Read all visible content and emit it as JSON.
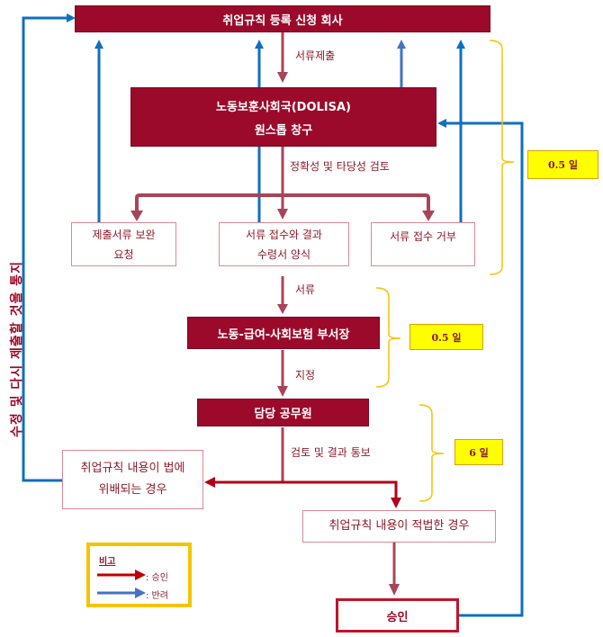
{
  "diagram": {
    "company_box": "취업규칙 등록 신청 회사",
    "dolisa_box": {
      "line1": "노동보훈사회국(DOLISA)",
      "line2": "원스톱 창구"
    },
    "edge_submit": "서류제출",
    "edge_review": "정확성 및 타당성 검토",
    "outcomes": [
      {
        "line1": "제출서류 보완",
        "line2": "요청"
      },
      {
        "line1": "서류 접수와 결과",
        "line2": "수령서 양식"
      },
      {
        "line1": "서류 접수 거부",
        "line2": ""
      }
    ],
    "edge_documents": "서류",
    "dept_head_box": "노동-급여-사회보험 부서장",
    "edge_assign": "지정",
    "officer_box": "담당 공무원",
    "edge_notify": "검토 및 결과 통보",
    "violation_box": {
      "line1": "취업규칙 내용이 법에",
      "line2": "위배되는 경우"
    },
    "compliant_box": "취업규칙 내용이 적법한 경우",
    "approval_box": "승인",
    "side_notice": "수정 및 다시 제출할 것을 통지",
    "durations": [
      "0.5 일",
      "0.5 일",
      "6 일"
    ]
  },
  "legend": {
    "title": "비고",
    "items": [
      {
        "label": ": 승인",
        "color": "#c00000"
      },
      {
        "label": ": 반려",
        "color": "#4472c4"
      }
    ]
  },
  "colors": {
    "box_dark": "#9b0a2a",
    "approve_arrow": "#a8445a",
    "return_arrow": "#0f6fc0",
    "brace": "#f5c400",
    "duration_bg": "#ffff00"
  }
}
